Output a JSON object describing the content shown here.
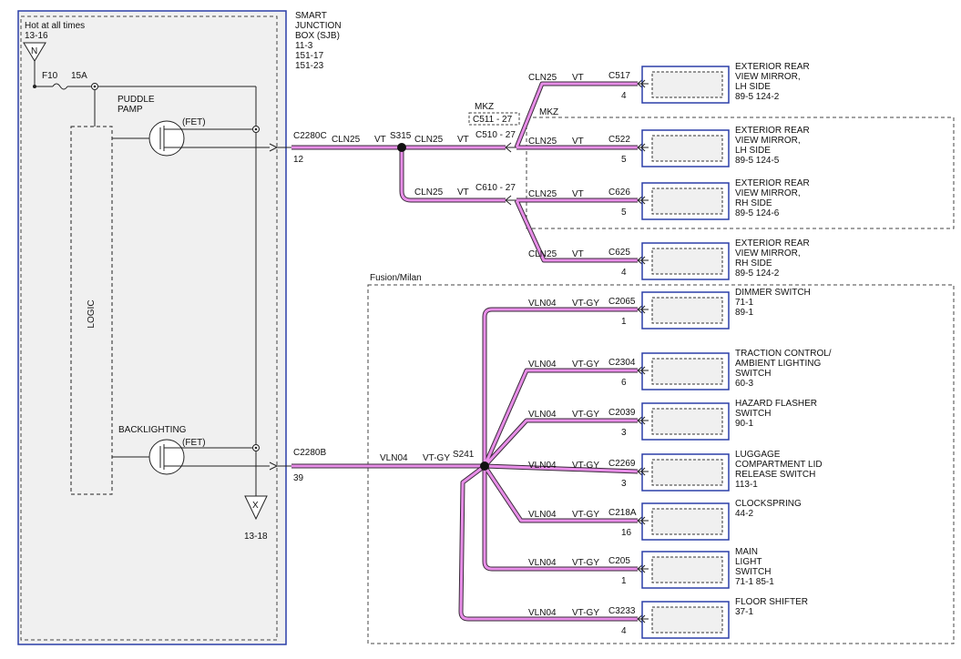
{
  "sjb": {
    "title_lines": [
      "SMART",
      "JUNCTION",
      "BOX (SJB)",
      "11-3",
      "151-17",
      "151-23"
    ],
    "hot_label": "Hot at all times",
    "hot_ref": "13-16",
    "power_symbol": "N",
    "fuse_name": "F10",
    "fuse_rating": "15A",
    "logic_label": "LOGIC",
    "puddle_label_1": "PUDDLE",
    "puddle_label_2": "PAMP",
    "fet_1": "(FET)",
    "backlighting_label": "BACKLIGHTING",
    "fet_2": "(FET)",
    "ground_symbol": "X",
    "ground_ref": "13-18"
  },
  "upper_circuit": {
    "connector": "C2280C",
    "pin": "12",
    "wire": "CLN25",
    "color": "VT",
    "splice": "S315",
    "after_splice_wire": "CLN25",
    "after_splice_color": "VT",
    "c510": "C510 - 27",
    "c610": "C610 - 27",
    "lower_branch_wire": "CLN25",
    "lower_branch_color": "VT",
    "mkz_label_1": "MKZ",
    "mkz_connector": "C511 - 27",
    "mkz_label_2": "MKZ"
  },
  "mirrors": [
    {
      "wire": "CLN25",
      "color": "VT",
      "connector": "C517",
      "pin": "4",
      "lines": [
        "EXTERIOR REAR",
        "VIEW MIRROR,",
        "LH SIDE"
      ],
      "refs": "89-5    124-2"
    },
    {
      "wire": "CLN25",
      "color": "VT",
      "connector": "C522",
      "pin": "5",
      "lines": [
        "EXTERIOR REAR",
        "VIEW MIRROR,",
        "LH SIDE"
      ],
      "refs": "89-5    124-5"
    },
    {
      "wire": "CLN25",
      "color": "VT",
      "connector": "C626",
      "pin": "5",
      "lines": [
        "EXTERIOR REAR",
        "VIEW MIRROR,",
        "RH SIDE"
      ],
      "refs": "89-5    124-6"
    },
    {
      "wire": "CLN25",
      "color": "VT",
      "connector": "C625",
      "pin": "4",
      "lines": [
        "EXTERIOR REAR",
        "VIEW MIRROR,",
        "RH SIDE"
      ],
      "refs": "89-5    124-2"
    }
  ],
  "lower_circuit": {
    "region_label": "Fusion/Milan",
    "connector": "C2280B",
    "pin": "39",
    "wire": "VLN04",
    "color": "VT-GY",
    "splice": "S241"
  },
  "switches": [
    {
      "wire": "VLN04",
      "color": "VT-GY",
      "connector": "C2065",
      "pin": "1",
      "lines": [
        "DIMMER SWITCH",
        "71-1",
        "89-1"
      ]
    },
    {
      "wire": "VLN04",
      "color": "VT-GY",
      "connector": "C2304",
      "pin": "6",
      "lines": [
        "TRACTION CONTROL/",
        "AMBIENT LIGHTING",
        "SWITCH",
        "60-3"
      ]
    },
    {
      "wire": "VLN04",
      "color": "VT-GY",
      "connector": "C2039",
      "pin": "3",
      "lines": [
        "HAZARD FLASHER",
        "SWITCH",
        "90-1"
      ]
    },
    {
      "wire": "VLN04",
      "color": "VT-GY",
      "connector": "C2269",
      "pin": "3",
      "lines": [
        "LUGGAGE",
        "COMPARTMENT LID",
        "RELEASE SWITCH",
        "113-1"
      ]
    },
    {
      "wire": "VLN04",
      "color": "VT-GY",
      "connector": "C218A",
      "pin": "16",
      "lines": [
        "CLOCKSPRING",
        "44-2"
      ]
    },
    {
      "wire": "VLN04",
      "color": "VT-GY",
      "connector": "C205",
      "pin": "1",
      "lines": [
        "MAIN",
        "LIGHT",
        "SWITCH",
        "71-1    85-1"
      ]
    },
    {
      "wire": "VLN04",
      "color": "VT-GY",
      "connector": "C3233",
      "pin": "4",
      "lines": [
        "FLOOR SHIFTER",
        "37-1"
      ]
    }
  ]
}
